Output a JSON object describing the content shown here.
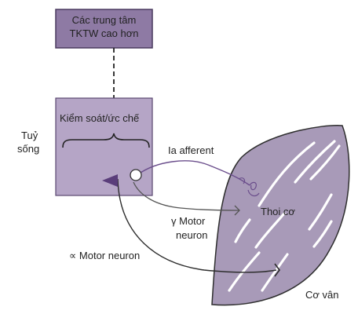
{
  "higher_centers": {
    "line1": "Các trung tâm",
    "line2": "TKTW cao hơn"
  },
  "spinal_cord": {
    "side_label_line1": "Tuỷ",
    "side_label_line2": "sống",
    "control_label": "Kiểm soát/ức chế"
  },
  "labels": {
    "ia_afferent": "Ia afferent",
    "gamma_motor_line1": "γ Motor",
    "gamma_motor_line2": "neuron",
    "alpha_motor": "∝ Motor neuron",
    "spindle": "Thoi cơ",
    "striated_muscle": "Cơ vân"
  },
  "colors": {
    "box_fill": "#b5a5c6",
    "box_stroke": "#5a4870",
    "top_box_fill": "#8e7aa4",
    "muscle_fill": "#a89ab8",
    "afferent_line": "#6b4e8c",
    "motor_line": "#2e2e2e",
    "triangle_fill": "#5a3d7a"
  }
}
